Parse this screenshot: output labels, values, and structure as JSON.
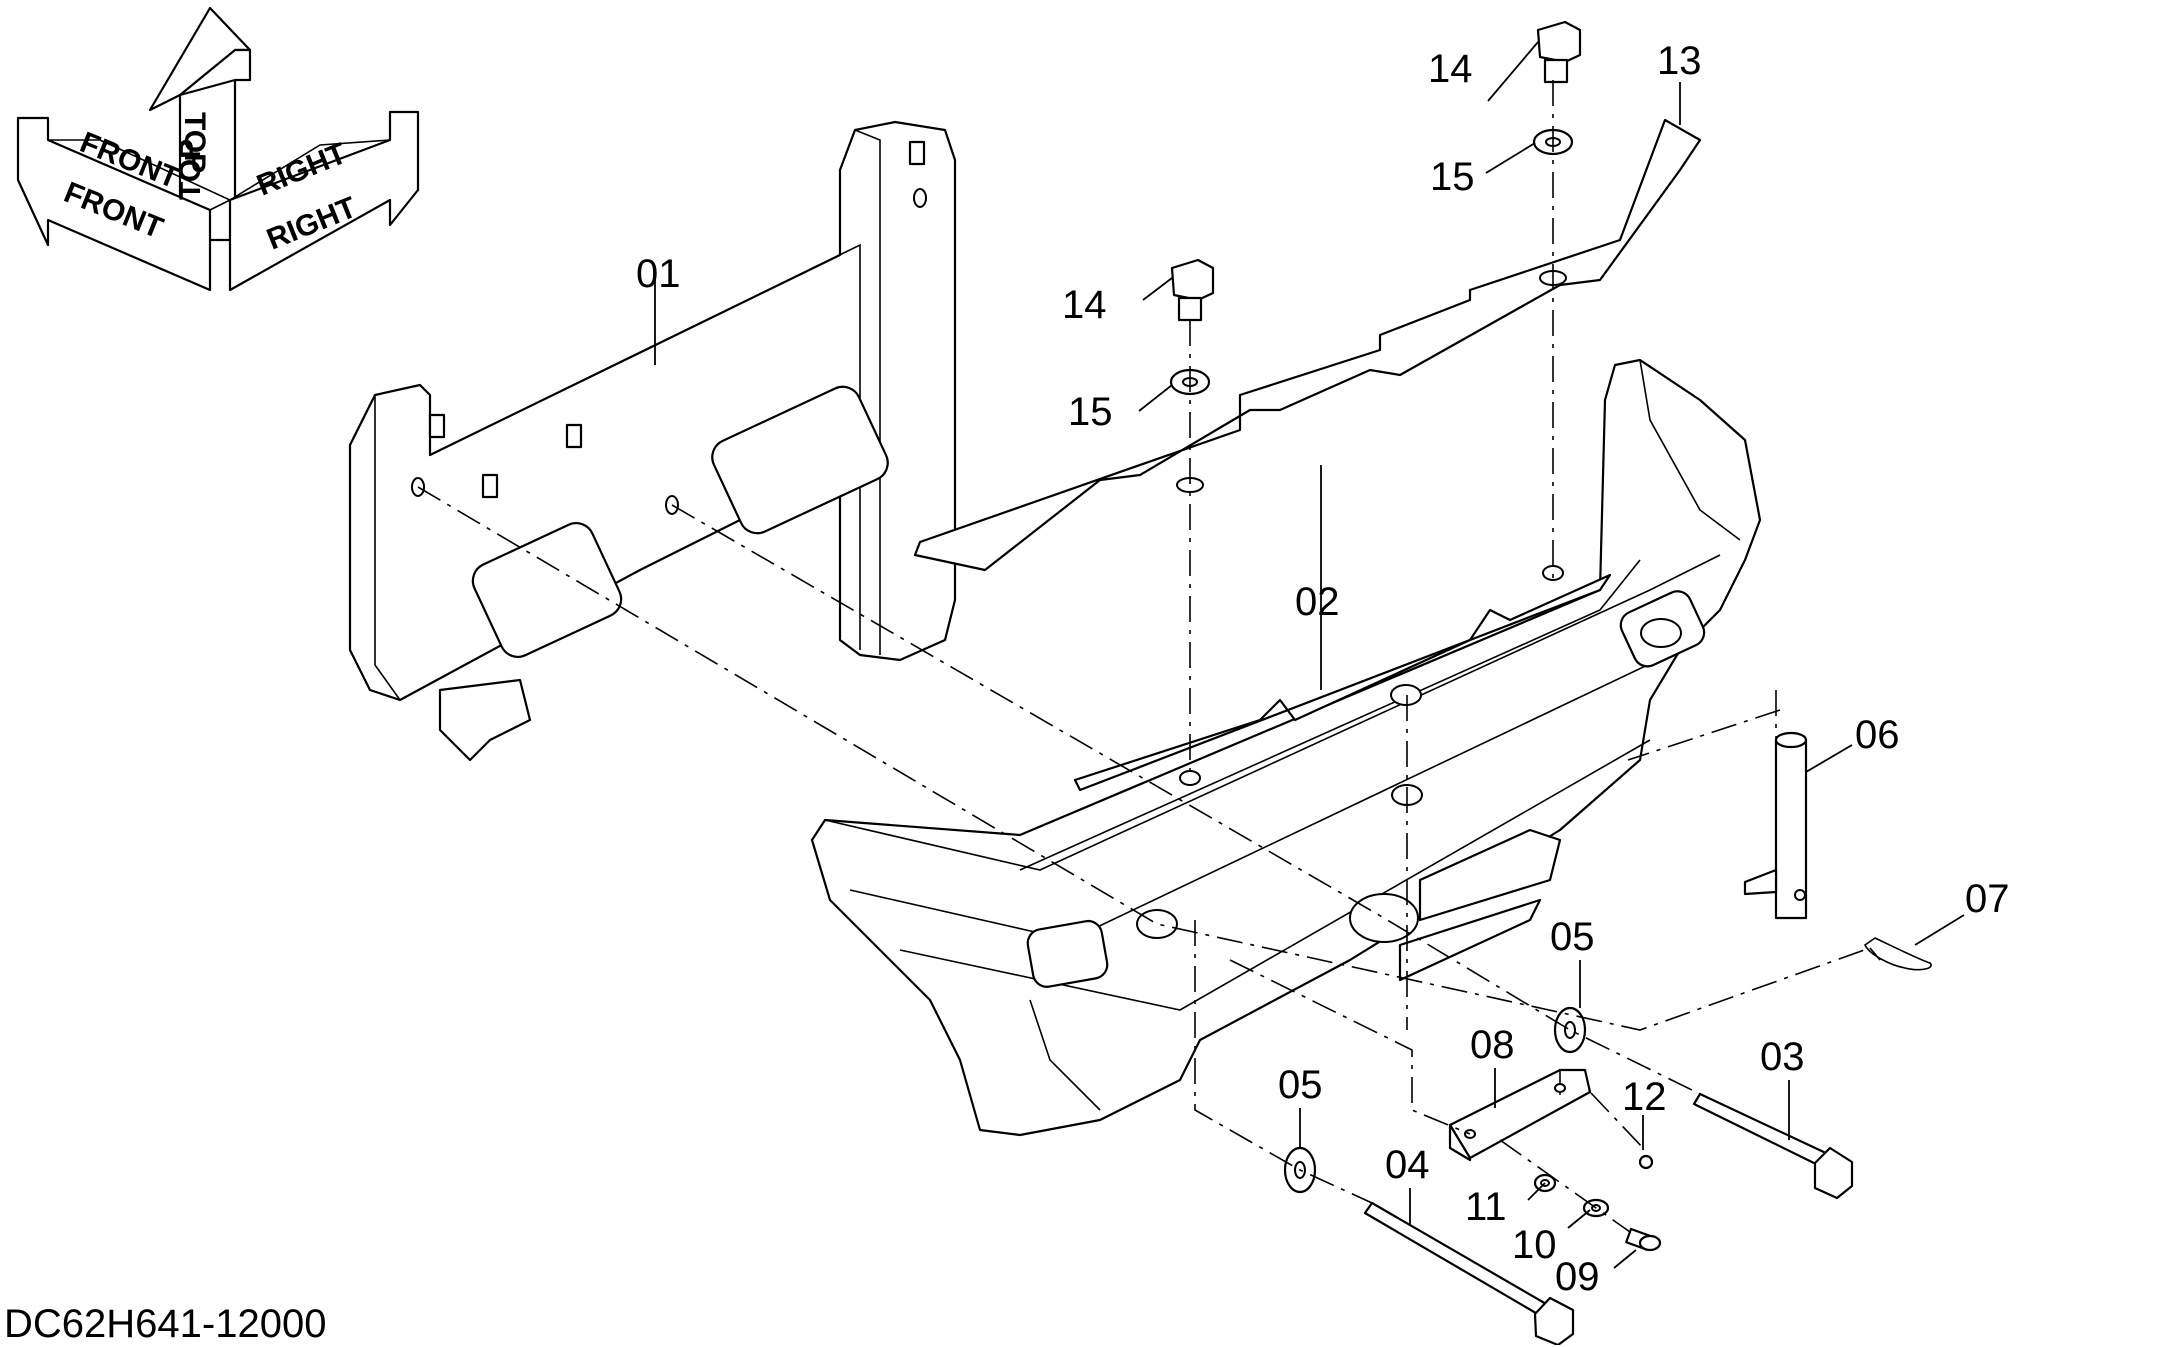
{
  "orientation": {
    "front_label": "FRONT",
    "top_label": "TOP",
    "right_label": "RIGHT"
  },
  "callouts": {
    "c01": "01",
    "c02": "02",
    "c03": "03",
    "c04": "04",
    "c05a": "05",
    "c05b": "05",
    "c06": "06",
    "c07": "07",
    "c08": "08",
    "c09": "09",
    "c10": "10",
    "c11": "11",
    "c12": "12",
    "c13": "13",
    "c14a": "14",
    "c14b": "14",
    "c15a": "15",
    "c15b": "15"
  },
  "drawing_code": "DC62H641-12000"
}
